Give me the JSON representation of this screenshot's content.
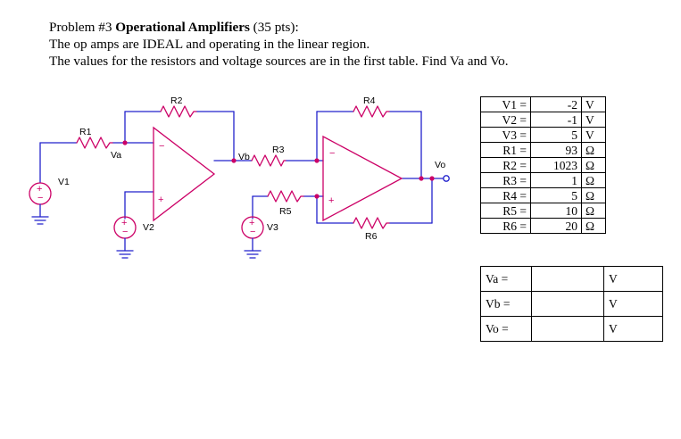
{
  "header_cut": {
    "left": "",
    "center": "",
    "right": ""
  },
  "problem": {
    "line1_prefix": "Problem #3",
    "line1_bold": "Operational Amplifiers",
    "line1_suffix": "(35 pts):",
    "line2": "The op amps are IDEAL and operating in the linear region.",
    "line3": "The values for the resistors and voltage sources are in the first table.  Find Va and Vo."
  },
  "circuit": {
    "labels": {
      "r1": "R1",
      "r2": "R2",
      "r3": "R3",
      "r4": "R4",
      "r5": "R5",
      "r6": "R6",
      "v1": "V1",
      "v2": "V2",
      "v3": "V3",
      "va": "Va",
      "vb": "Vb",
      "vo": "Vo",
      "minus1": "-",
      "plus1": "+",
      "minus2": "-",
      "plus2": "+",
      "src_plus": "+",
      "src_minus": "-"
    },
    "colors": {
      "wire": "#2222cc",
      "component": "#cc0066",
      "opamp": "#cc0066",
      "node": "#cc0066"
    }
  },
  "values_table": {
    "rows": [
      {
        "label": "V1 =",
        "value": "-2",
        "unit": "V"
      },
      {
        "label": "V2 =",
        "value": "-1",
        "unit": "V"
      },
      {
        "label": "V3 =",
        "value": "5",
        "unit": "V"
      },
      {
        "label": "R1 =",
        "value": "93",
        "unit": "Ω"
      },
      {
        "label": "R2 =",
        "value": "1023",
        "unit": "Ω"
      },
      {
        "label": "R3 =",
        "value": "1",
        "unit": "Ω"
      },
      {
        "label": "R4 =",
        "value": "5",
        "unit": "Ω"
      },
      {
        "label": "R5 =",
        "value": "10",
        "unit": "Ω"
      },
      {
        "label": "R6 =",
        "value": "20",
        "unit": "Ω"
      }
    ]
  },
  "answers_table": {
    "rows": [
      {
        "label": "Va =",
        "value": "",
        "unit": "V"
      },
      {
        "label": "Vb =",
        "value": "",
        "unit": "V"
      },
      {
        "label": "Vo =",
        "value": "",
        "unit": "V"
      }
    ]
  }
}
